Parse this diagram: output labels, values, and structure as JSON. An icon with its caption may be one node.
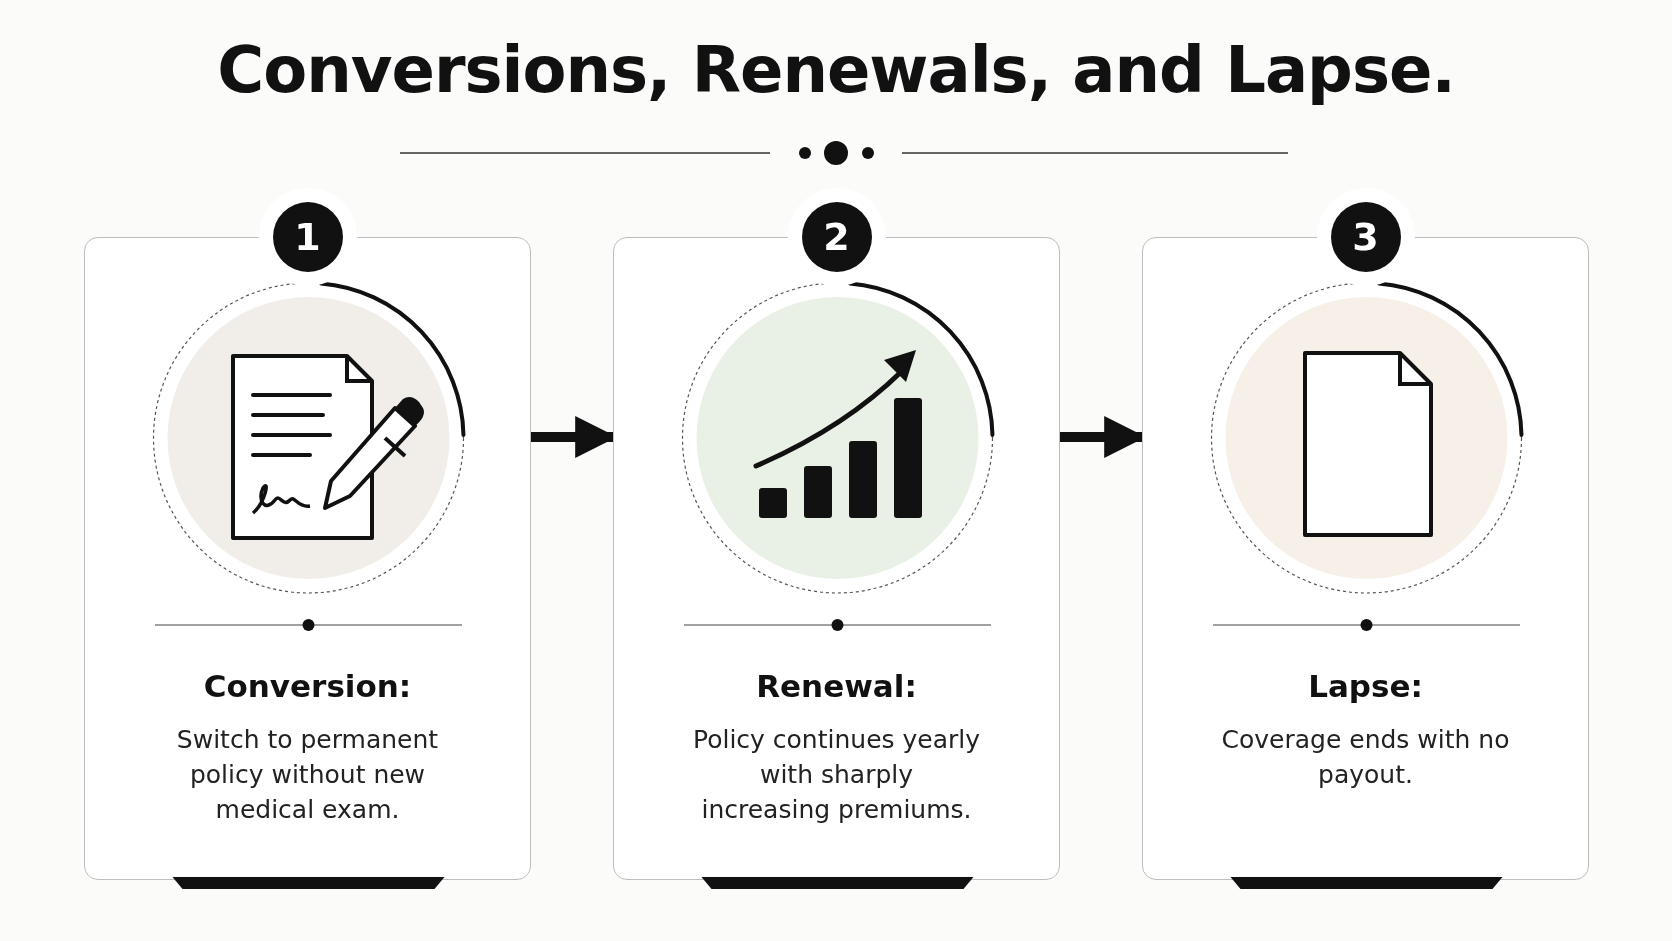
{
  "diagram": {
    "title": "Conversions, Renewals, and Lapse.",
    "nodes": [
      {
        "text": [
          "1",
          "Conversion:",
          "Switch to permanent policy without new medical exam."
        ]
      },
      {
        "text": [
          "2",
          "Renewal:",
          "Policy continues yearly with sharply increasing premiums."
        ]
      },
      {
        "text": [
          "3",
          "Lapse:",
          "Coverage ends with no payout."
        ]
      }
    ],
    "edges": [
      {
        "from": 0,
        "to": 1,
        "arrow": "to"
      },
      {
        "from": 1,
        "to": 2,
        "arrow": "to"
      }
    ]
  }
}
